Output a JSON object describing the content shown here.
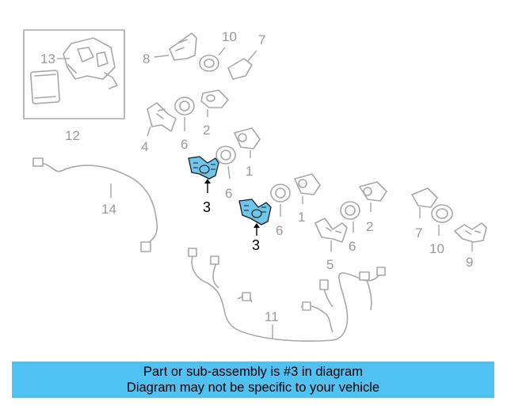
{
  "colors": {
    "highlight": "#6ec6ea",
    "caption_bg": "#4fc1f2",
    "parts": "#a8a8a8",
    "labels": "#9a9a9a"
  },
  "callouts": {
    "c13": "13",
    "c12": "12",
    "c8": "8",
    "c10a": "10",
    "c7a": "7",
    "c4": "4",
    "c6a": "6",
    "c2a": "2",
    "c1a": "1",
    "c3a": "3",
    "c6b": "6",
    "c14": "14",
    "c3b": "3",
    "c6c": "6",
    "c1b": "1",
    "c5": "5",
    "c6d": "6",
    "c2b": "2",
    "c7b": "7",
    "c10b": "10",
    "c9": "9",
    "c11": "11"
  },
  "caption": {
    "line1": "Part or sub-assembly is #3 in diagram",
    "line2": "Diagram may not be specific to your vehicle"
  }
}
